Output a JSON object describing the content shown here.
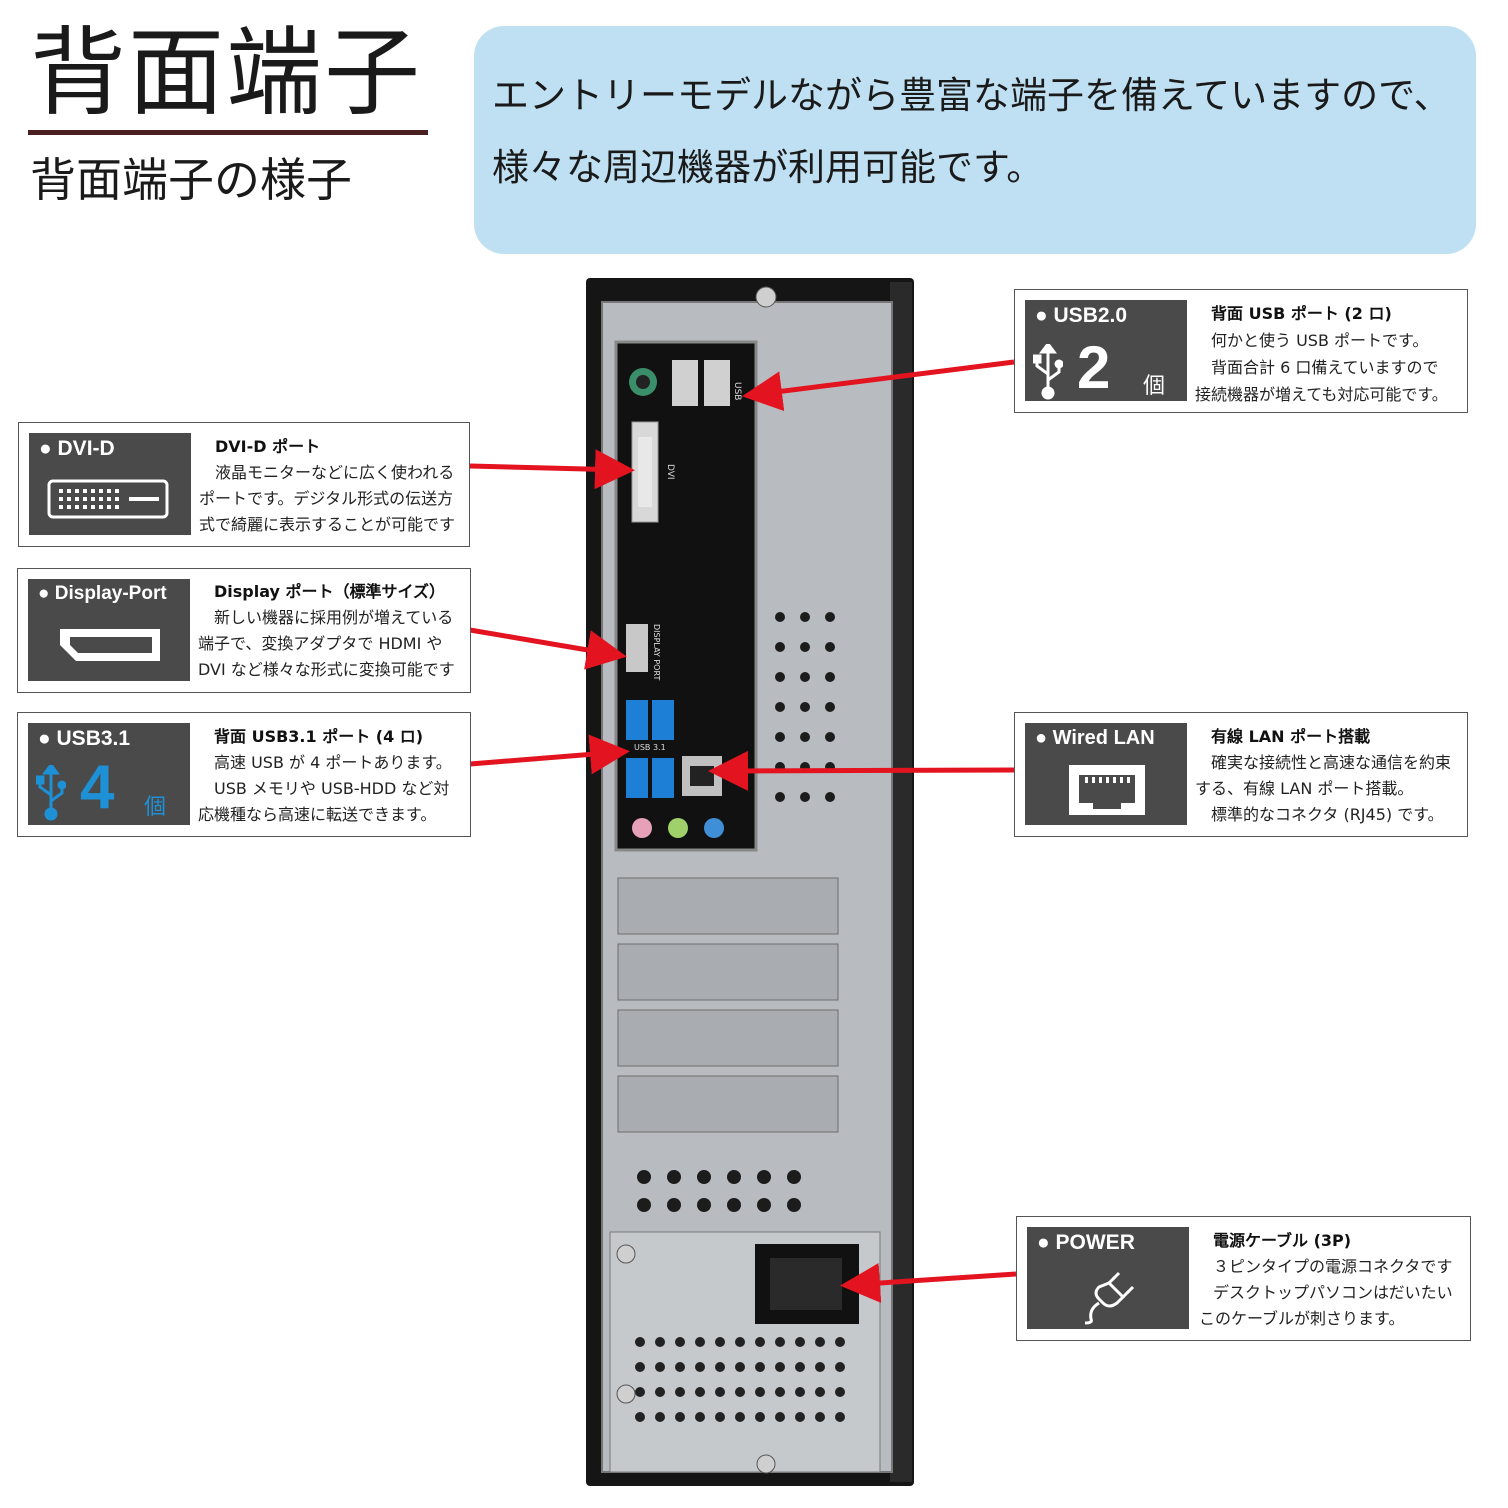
{
  "header": {
    "title": "背面端子",
    "subtitle": "背面端子の様子"
  },
  "intro": {
    "lines": [
      "エントリーモデルながら豊富な端子を備えていますので、",
      "様々な周辺機器が利用可能です。"
    ]
  },
  "colors": {
    "accent": "#e3141f",
    "tile": "#4a4a4a",
    "intro_bg": "#bfe0f2",
    "usb3": "#1e90d6"
  },
  "cards": {
    "usb2": {
      "tile_label": "● USB2.0",
      "count": "2",
      "unit": "個",
      "icon": "usb-icon",
      "title": "背面 USB ポート (2 ロ)",
      "lines": [
        "何かと使う USB ポートです。",
        "背面合計 6 口備えていますので",
        "接続機器が増えても対応可能です。"
      ]
    },
    "dvi": {
      "tile_label": "● DVI-D",
      "icon": "dvi-connector-icon",
      "title": "DVI-D ポート",
      "lines": [
        "液晶モニターなどに広く使われる",
        "ポートです。デジタル形式の伝送方",
        "式で綺麗に表示することが可能です"
      ]
    },
    "dp": {
      "tile_label": "● Display-Port",
      "icon": "displayport-icon",
      "title": "Display ポート（標準サイズ）",
      "lines": [
        "新しい機器に採用例が増えている",
        "端子で、変換アダプタで HDMI や",
        "DVI など様々な形式に変換可能です"
      ]
    },
    "usb3": {
      "tile_label": "● USB3.1",
      "count": "4",
      "unit": "個",
      "icon": "usb-icon",
      "title": "背面 USB3.1 ポート (4 ロ)",
      "lines": [
        "高速 USB が 4 ポートあります。",
        "USB メモリや USB-HDD など対",
        "応機種なら高速に転送できます。"
      ]
    },
    "lan": {
      "tile_label": "● Wired LAN",
      "icon": "lan-port-icon",
      "title": "有線 LAN ポート搭載",
      "lines": [
        "確実な接続性と高速な通信を約束",
        "する、有線 LAN ポート搭載。",
        "標準的なコネクタ (RJ45) です。"
      ]
    },
    "power": {
      "tile_label": "● POWER",
      "icon": "power-plug-icon",
      "title": "電源ケーブル (3P)",
      "lines": [
        "３ピンタイプの電源コネクタです",
        "デスクトップパソコンはだいたい",
        "このケーブルが刺さります。"
      ]
    }
  },
  "pc_labels": {
    "usb": "USB",
    "dvi": "DVI",
    "display_port": "DISPLAY PORT",
    "usb31": "USB 3.1"
  }
}
